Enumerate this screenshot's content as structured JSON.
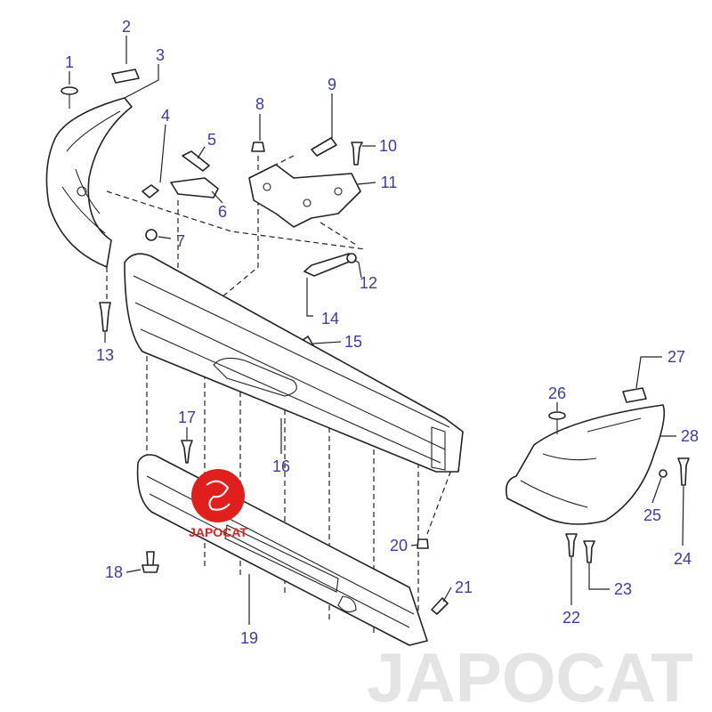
{
  "diagram": {
    "watermark": "JAPOCAT",
    "logo_text": "JAPOCAT",
    "label_color": "#3b3ba6",
    "logo_color": "#e0201c",
    "labels": {
      "1": "1",
      "2": "2",
      "3": "3",
      "4": "4",
      "5": "5",
      "6": "6",
      "7": "7",
      "8": "8",
      "9": "9",
      "10": "10",
      "11": "11",
      "12": "12",
      "13": "13",
      "14": "14",
      "15": "15",
      "16": "16",
      "17": "17",
      "18": "18",
      "19": "19",
      "20": "20",
      "21": "21",
      "22": "22",
      "23": "23",
      "24": "24",
      "25": "25",
      "26": "26",
      "27": "27",
      "28": "28"
    }
  }
}
